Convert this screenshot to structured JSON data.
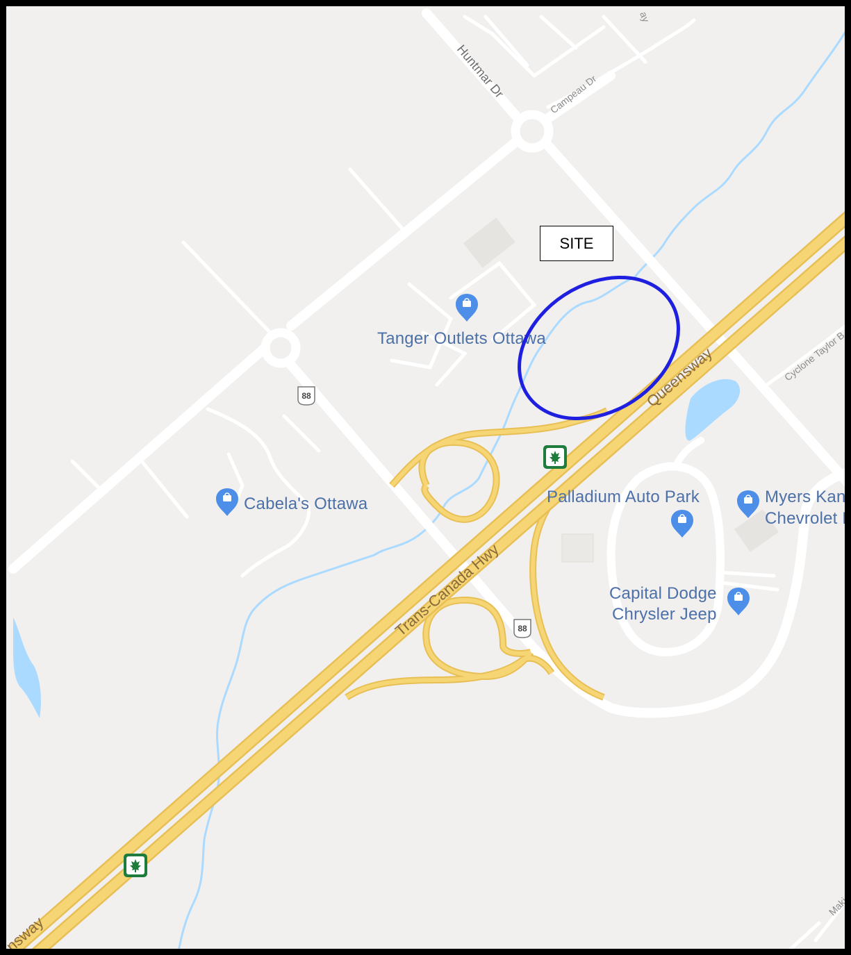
{
  "annotation": {
    "site_label": "SITE",
    "ellipse_color": "#1f1fe0"
  },
  "roads": {
    "huntmar": "Huntmar Dr",
    "campeau": "Campeau Dr",
    "queensway_main": "Queensway",
    "queensway_partial": "nsway",
    "trans_canada": "Trans-Canada Hwy",
    "cyclone_taylor": "Cyclone Taylor B",
    "route_shield": "88",
    "top_partial": "ay",
    "bottom_partial": "Maki"
  },
  "pois": [
    {
      "name": "Tanger Outlets Ottawa"
    },
    {
      "name": "Cabela's Ottawa"
    },
    {
      "name": "Palladium Auto Park"
    },
    {
      "name_line1": "Myers Kana",
      "name_line2": "Chevrolet B"
    },
    {
      "name_line1": "Capital Dodge",
      "name_line2": "Chrysler Jeep"
    }
  ],
  "colors": {
    "land": "#f1f0ee",
    "road": "#ffffff",
    "highway": "#f6d575",
    "highway_edge": "#e8bf54",
    "water": "#aadaff",
    "poi": "#4c70a8",
    "tcm_green": "#1e7d3c"
  }
}
